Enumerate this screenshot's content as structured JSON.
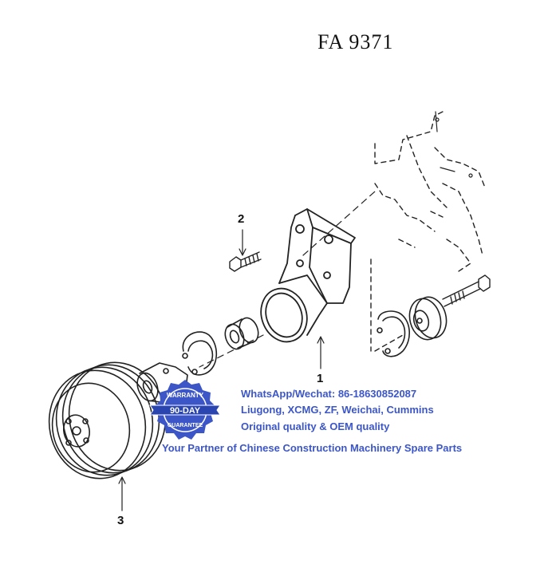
{
  "title": "FA 9371",
  "callouts": {
    "c1": "1",
    "c2": "2",
    "c3": "3"
  },
  "watermark": {
    "line1": "WhatsApp/Wechat: 86-18630852087",
    "line2": "Liugong, XCMG, ZF, Weichai, Cummins",
    "line3": "Original quality & OEM quality",
    "line4": "Your Partner of Chinese Construction Machinery Spare Parts",
    "badge_top": "WARRANTY",
    "badge_center": "90-DAY",
    "badge_bottom": "GUARANTEE",
    "color": "#3c56c8"
  }
}
